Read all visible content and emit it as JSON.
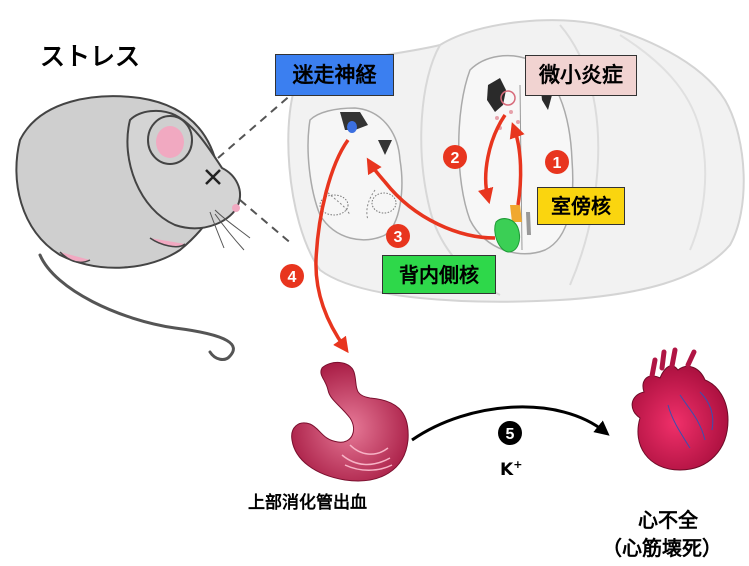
{
  "labels": {
    "stress": "ストレス",
    "vagus_nerve": "迷走神経",
    "microinflammation": "微小炎症",
    "paraventricular_nucleus": "室傍核",
    "dorsomedial_nucleus": "背内側核",
    "gi_bleeding": "上部消化管出血",
    "heart_failure": "心不全",
    "heart_failure_detail": "（心筋壊死）",
    "potassium": "K",
    "potassium_charge": "+"
  },
  "steps": {
    "step1": "1",
    "step2": "2",
    "step3": "3",
    "step4": "4",
    "step5": "5"
  },
  "colors": {
    "vagus_box": "#3b7ff0",
    "microinflammation_box": "#f1d3d1",
    "paraventricular_box": "#fad50f",
    "dorsomedial_box": "#2ed84a",
    "arrow_red": "#e8351e",
    "step_red": "#e8351e",
    "brain_fill": "#f2f2f2",
    "mouse_fill": "#cfcfcf"
  }
}
